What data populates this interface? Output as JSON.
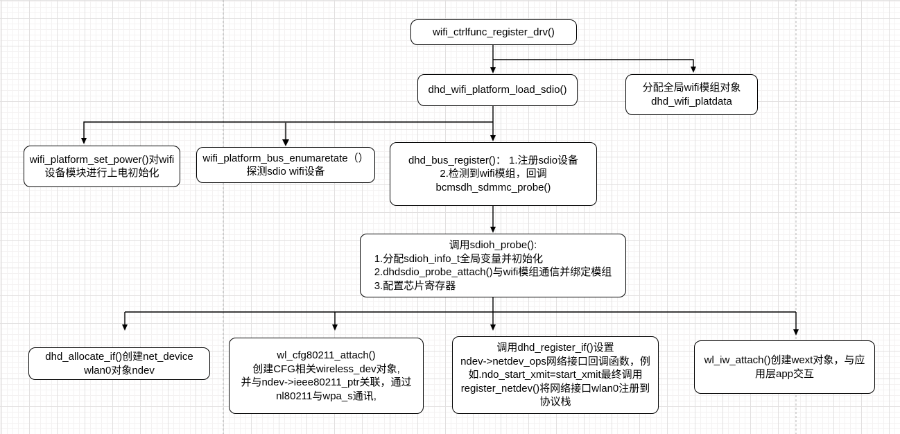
{
  "diagram": {
    "nodes": {
      "wifi_ctrlfunc": {
        "label": "wifi_ctrlfunc_register_drv()"
      },
      "load_sdio": {
        "label": "dhd_wifi_platform_load_sdio()"
      },
      "platdata": {
        "label": "分配全局wifi模组对象\ndhd_wifi_platdata"
      },
      "set_power": {
        "label": "wifi_platform_set_power()对wifi\n设备模块进行上电初始化"
      },
      "bus_enum": {
        "label": "wifi_platform_bus_enumaretate（）\n探测sdio wifi设备"
      },
      "bus_register": {
        "label": "dhd_bus_register()： 1.注册sdio设备\n2.检测到wifi模组，回调\nbcmsdh_sdmmc_probe()"
      },
      "sdioh_probe": {
        "title": "调用sdioh_probe():",
        "body": "1.分配sdioh_info_t全局变量并初始化\n2.dhdsdio_probe_attach()与wifi模组通信并绑定模组\n3.配置芯片寄存器"
      },
      "allocate_if": {
        "label": "dhd_allocate_if()创建net_device\nwlan0对象ndev"
      },
      "cfg80211_attach": {
        "label": "wl_cfg80211_attach()\n创建CFG相关wireless_dev对象,\n并与ndev->ieee80211_ptr关联，通过\nnl80211与wpa_s通讯,"
      },
      "register_if": {
        "label": "调用dhd_register_if()设置\nndev->netdev_ops网络接口回调函数，例\n如.ndo_start_xmit=start_xmit最终调用\nregister_netdev()将网络接口wlan0注册到\n协议栈"
      },
      "iw_attach": {
        "label": "wl_iw_attach()创建wext对象，与应\n用层app交互"
      }
    },
    "colors": {
      "node_border": "#000000",
      "node_fill": "#ffffff",
      "connector": "#000000",
      "grid_minor": "#f4f2f2",
      "grid_major": "#e2e0e0",
      "page_divider": "#b3b3b3",
      "canvas": "#ffffff"
    }
  }
}
